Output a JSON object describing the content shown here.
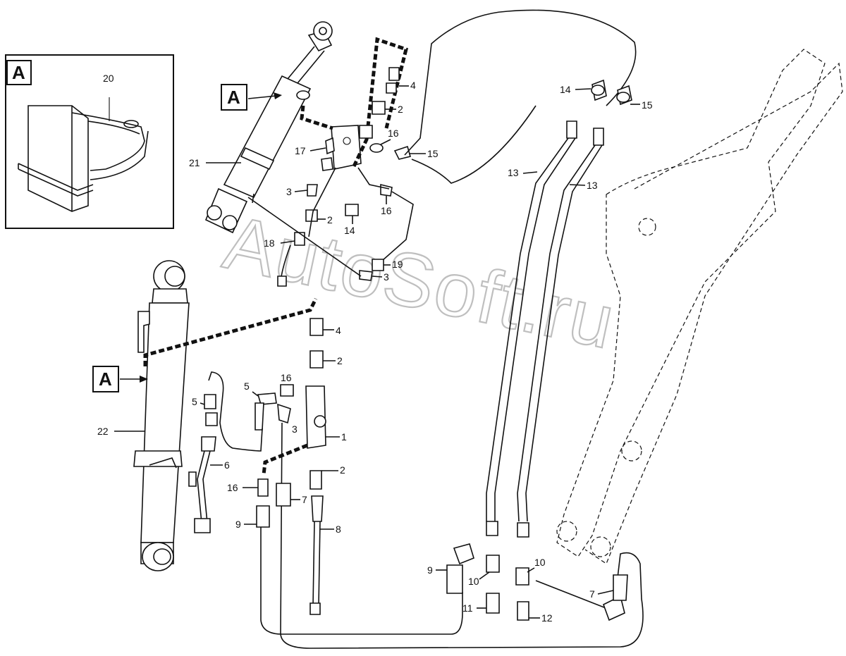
{
  "watermark": "AutoSoft.ru",
  "detail_marker": "A",
  "inset": {
    "marker": "A",
    "part_label": "20"
  },
  "callouts": [
    {
      "id": "c20",
      "text": "20"
    },
    {
      "id": "c21",
      "text": "21"
    },
    {
      "id": "c22",
      "text": "22"
    },
    {
      "id": "c17",
      "text": "17"
    },
    {
      "id": "c4a",
      "text": "4"
    },
    {
      "id": "c2a",
      "text": "2"
    },
    {
      "id": "c16a",
      "text": "16"
    },
    {
      "id": "c15a",
      "text": "15"
    },
    {
      "id": "c3a",
      "text": "3"
    },
    {
      "id": "c2b",
      "text": "2"
    },
    {
      "id": "c16b",
      "text": "16"
    },
    {
      "id": "c14a",
      "text": "14"
    },
    {
      "id": "c18",
      "text": "18"
    },
    {
      "id": "c19",
      "text": "19"
    },
    {
      "id": "c3b",
      "text": "3"
    },
    {
      "id": "c14b",
      "text": "14"
    },
    {
      "id": "c15b",
      "text": "15"
    },
    {
      "id": "c13a",
      "text": "13"
    },
    {
      "id": "c13b",
      "text": "13"
    },
    {
      "id": "c4b",
      "text": "4"
    },
    {
      "id": "c2c",
      "text": "2"
    },
    {
      "id": "c16c",
      "text": "16"
    },
    {
      "id": "c5a",
      "text": "5"
    },
    {
      "id": "c5b",
      "text": "5"
    },
    {
      "id": "c3c",
      "text": "3"
    },
    {
      "id": "c1",
      "text": "1"
    },
    {
      "id": "c2d",
      "text": "2"
    },
    {
      "id": "c6",
      "text": "6"
    },
    {
      "id": "c16d",
      "text": "16"
    },
    {
      "id": "c7a",
      "text": "7"
    },
    {
      "id": "c9a",
      "text": "9"
    },
    {
      "id": "c8",
      "text": "8"
    },
    {
      "id": "c9b",
      "text": "9"
    },
    {
      "id": "c10a",
      "text": "10"
    },
    {
      "id": "c10b",
      "text": "10"
    },
    {
      "id": "c11",
      "text": "11"
    },
    {
      "id": "c12",
      "text": "12"
    },
    {
      "id": "c7b",
      "text": "7"
    }
  ]
}
